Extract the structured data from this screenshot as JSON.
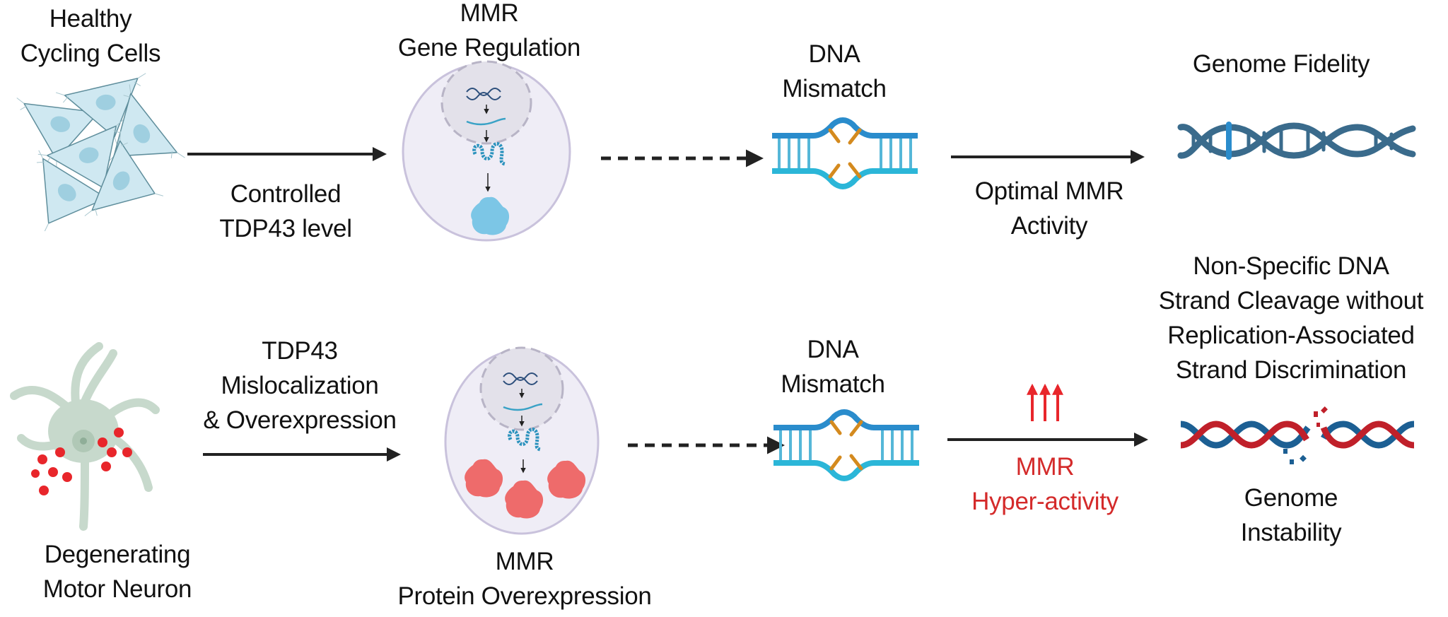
{
  "colors": {
    "text": "#111111",
    "hyperactivity": "#d42a2a",
    "arrow": "#222222",
    "cell_fill": "#cfe8f1",
    "cell_nucleus": "#9fcfe0",
    "neuron_fill": "#c7d9cc",
    "aggregate_red": "#e8262b",
    "nucleus_fill": "#efedf6",
    "mmr_protein_normal": "#7cc6e6",
    "mmr_protein_over": "#ee6b6b",
    "dna_blue_dark": "#3a6b8c",
    "dna_blue_top": "#2a8ccc",
    "dna_blue_bottom": "#2bb6d8",
    "mismatch_orange": "#d48a1e",
    "dna_red": "#c0202a",
    "dna_blue": "#1c5f93"
  },
  "top_row": {
    "start": {
      "label": [
        "Healthy",
        "Cycling Cells"
      ],
      "icon": "cycling-cells-icon"
    },
    "arrow1": {
      "label": [
        "Controlled",
        "TDP43 level"
      ],
      "style": "solid"
    },
    "mmr": {
      "label": [
        "MMR",
        "Gene Regulation"
      ],
      "icon": "cell-gene-expression-icon"
    },
    "arrow2": {
      "style": "dashed"
    },
    "mismatch": {
      "label": [
        "DNA",
        "Mismatch"
      ],
      "icon": "dna-mismatch-icon"
    },
    "arrow3": {
      "label": [
        "Optimal MMR",
        "Activity"
      ],
      "style": "solid"
    },
    "outcome": {
      "label": [
        "Genome Fidelity"
      ],
      "icon": "intact-dna-helix-icon"
    }
  },
  "bottom_row": {
    "start": {
      "label": [
        "Degenerating",
        "Motor Neuron"
      ],
      "icon": "motor-neuron-icon"
    },
    "arrow1": {
      "label": [
        "TDP43",
        "Mislocalization",
        "& Overexpression"
      ],
      "style": "solid"
    },
    "mmr": {
      "label": [
        "MMR",
        "Protein Overexpression"
      ],
      "icon": "cell-protein-overexpression-icon"
    },
    "arrow2": {
      "style": "dashed"
    },
    "mismatch": {
      "label": [
        "DNA",
        "Mismatch"
      ],
      "icon": "dna-mismatch-icon"
    },
    "arrow3": {
      "label": [
        "MMR",
        "Hyper-activity"
      ],
      "style": "solid",
      "indicator": "triple-up-arrow-icon"
    },
    "mechanism": {
      "label": [
        "Non-Specific DNA",
        "Strand Cleavage without",
        "Replication-Associated",
        "Strand Discrimination"
      ]
    },
    "outcome": {
      "label": [
        "Genome",
        "Instability"
      ],
      "icon": "broken-dna-helix-icon"
    }
  }
}
